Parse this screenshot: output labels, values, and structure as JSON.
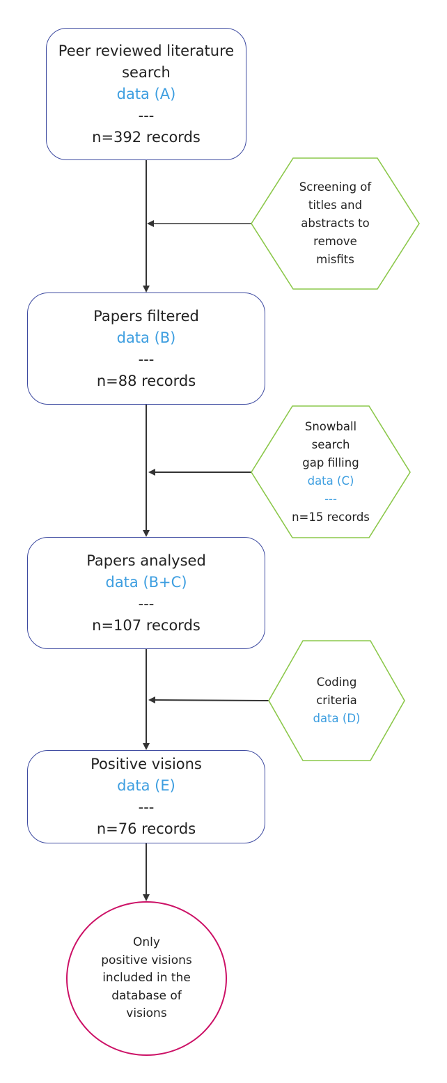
{
  "colors": {
    "box_border": "#3d4aa0",
    "hexagon_border": "#8cc84b",
    "circle_border": "#cc1166",
    "highlight_text": "#3d9ee0",
    "arrow": "#333333"
  },
  "boxes": [
    {
      "id": "A",
      "title_lines": [
        "Peer reviewed literature",
        "search"
      ],
      "data_label": "data (A)",
      "separator": "---",
      "count": "n=392 records"
    },
    {
      "id": "B",
      "title_lines": [
        "Papers filtered"
      ],
      "data_label": "data (B)",
      "separator": "---",
      "count": "n=88 records"
    },
    {
      "id": "BC",
      "title_lines": [
        "Papers analysed"
      ],
      "data_label": "data (B+C)",
      "separator": "---",
      "count": "n=107 records"
    },
    {
      "id": "E",
      "title_lines": [
        "Positive visions"
      ],
      "data_label": "data (E)",
      "separator": "---",
      "count": "n=76 records"
    }
  ],
  "hexagons": [
    {
      "lines": [
        "Screening of",
        "titles and",
        "abstracts to",
        "remove",
        "misfits"
      ]
    },
    {
      "lines": [
        "Snowball",
        "search",
        "gap filling"
      ],
      "data_label": "data (C)",
      "separator": "---",
      "count": "n=15 records"
    },
    {
      "lines": [
        "Coding",
        "criteria"
      ],
      "data_label": "data (D)"
    }
  ],
  "end_circle": {
    "lines": [
      "Only",
      "positive visions",
      "included in the",
      "database of",
      "visions"
    ]
  }
}
